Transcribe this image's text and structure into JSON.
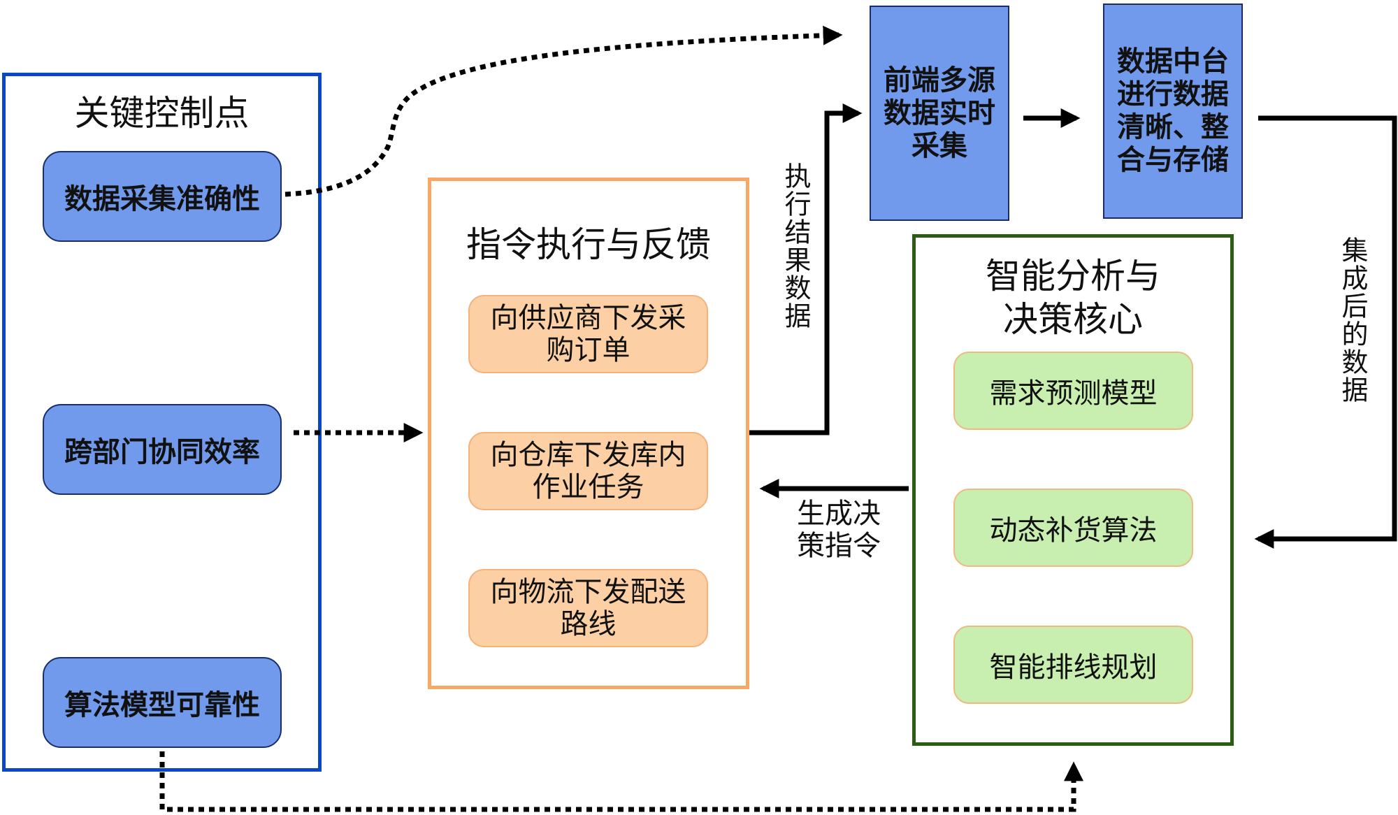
{
  "key_control": {
    "title": "关键控制点",
    "items": [
      "数据采集准确性",
      "跨部门协同效率",
      "算法模型可靠性"
    ]
  },
  "execution": {
    "title": "指令执行与反馈",
    "items": [
      "向供应商下发采购订单",
      "向仓库下发库内作业任务",
      "向物流下发配送路线"
    ],
    "items_display": [
      "向供应商下发采\n购订单",
      "向仓库下发库内\n作业任务",
      "向物流下发配送\n路线"
    ]
  },
  "data_flow": {
    "collect": "前端多源数据实时采集",
    "collect_display": "前端多源\n数据实时\n采集",
    "platform": "数据中台进行数据清晰、整合与存储",
    "platform_display": "数据中台\n进行数据\n清晰、整\n合与存储"
  },
  "analysis": {
    "title": "智能分析与决策核心",
    "title_display": "智能分析与\n决策核心",
    "items": [
      "需求预测模型",
      "动态补货算法",
      "智能排线规划"
    ]
  },
  "edge_labels": {
    "execution_result": "执行结果数据",
    "integrated_data": "集成后的数据",
    "decision_command": "生成决策指令",
    "decision_command_display": "生成决\n策指令"
  },
  "colors": {
    "blue_node": "#7199ec",
    "blue_frame": "#0a46c8",
    "orange_frame": "#f7a865",
    "orange_node": "#fcd0a4",
    "green_frame": "#2a5d12",
    "green_node": "#c8eeb0"
  }
}
